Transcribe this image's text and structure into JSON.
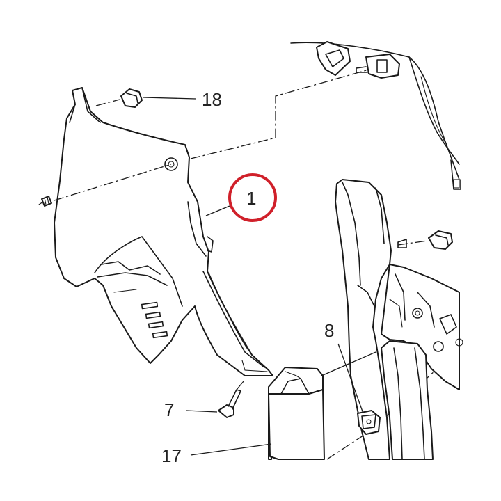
{
  "callouts": {
    "c1": "1",
    "c7": "7",
    "c8": "8",
    "c17": "17",
    "c18": "18"
  },
  "highlight": {
    "target": "1",
    "color": "#d0202a"
  }
}
